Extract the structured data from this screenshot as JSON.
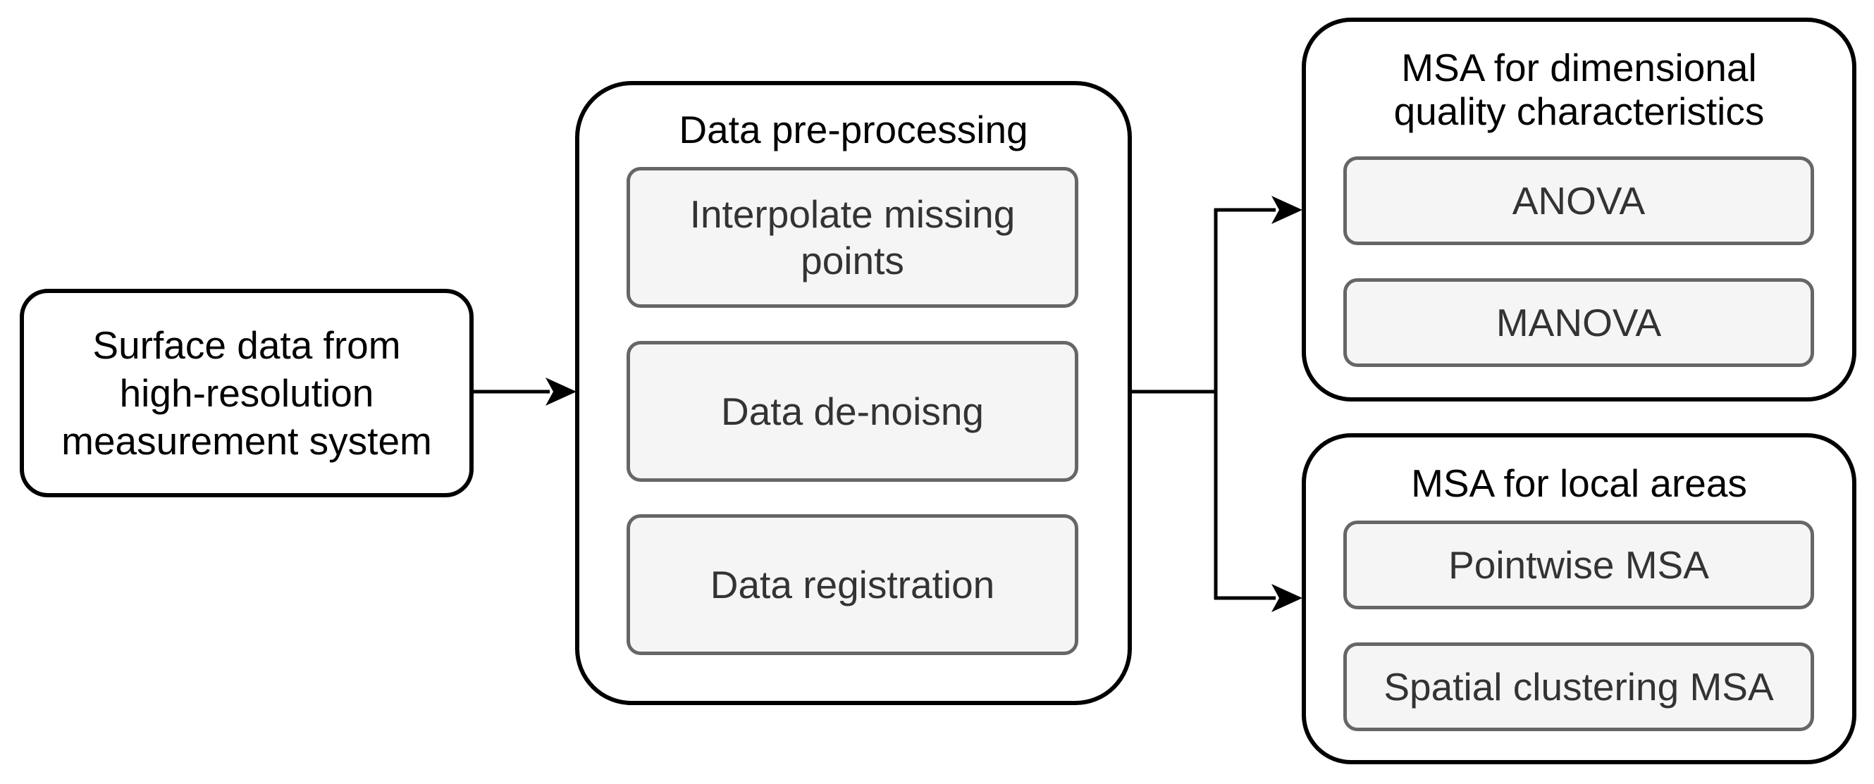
{
  "colors": {
    "outer_border": "#000000",
    "inner_border": "#666666",
    "inner_fill": "#f5f5f5",
    "inner_text": "#333333",
    "arrow": "#000000"
  },
  "source": {
    "label": "Surface data from\nhigh-resolution\nmeasurement system"
  },
  "preprocessing": {
    "title": "Data pre-processing",
    "steps": [
      "Interpolate missing\npoints",
      "Data de-noisng",
      "Data registration"
    ]
  },
  "msa_dimensional": {
    "title": "MSA for dimensional\nquality characteristics",
    "methods": [
      "ANOVA",
      "MANOVA"
    ]
  },
  "msa_local": {
    "title": "MSA for local areas",
    "methods": [
      "Pointwise MSA",
      "Spatial clustering MSA"
    ]
  }
}
